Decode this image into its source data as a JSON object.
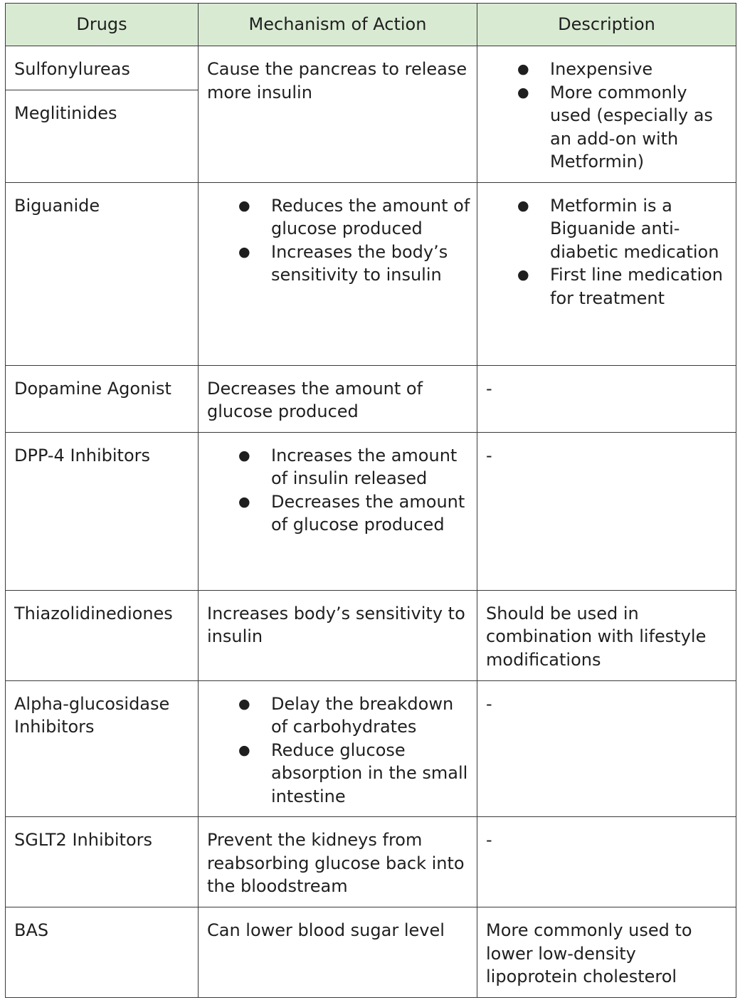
{
  "headers": [
    "Drugs",
    "Mechanism of Action",
    "Description"
  ],
  "rows": {
    "r0": {
      "drug_a": "Sulfonylureas",
      "drug_b": "Meglitinides",
      "mechanism": "Cause the pancreas to release more insulin",
      "description": [
        "Inexpensive",
        "More commonly used (especially as an add-on with Metformin)"
      ]
    },
    "r1": {
      "drug": "Biguanide",
      "mechanism": [
        "Reduces the amount of glucose produced",
        "Increases the body’s sensitivity to insulin"
      ],
      "description": [
        "Metformin is a Biguanide anti-diabetic medication",
        "First line medication for treatment"
      ]
    },
    "r2": {
      "drug": "Dopamine Agonist",
      "mechanism": "Decreases the amount of glucose produced",
      "description": "-"
    },
    "r3": {
      "drug": "DPP-4 Inhibitors",
      "mechanism": [
        "Increases the amount of insulin released",
        "Decreases the amount of glucose produced"
      ],
      "description": "-"
    },
    "r4": {
      "drug": "Thiazolidinediones",
      "mechanism": "Increases body’s sensitivity to insulin",
      "description": "Should be used in combination with lifestyle modifications"
    },
    "r5": {
      "drug": "Alpha-glucosidase Inhibitors",
      "mechanism": [
        "Delay the breakdown of carbohydrates",
        "Reduce glucose absorption in the small intestine"
      ],
      "description": "-"
    },
    "r6": {
      "drug": "SGLT2 Inhibitors",
      "mechanism": "Prevent the kidneys from reabsorbing glucose back into the bloodstream",
      "description": "-"
    },
    "r7": {
      "drug": "BAS",
      "mechanism": "Can lower blood sugar level",
      "description": "More commonly used to lower low-density lipoprotein cholesterol"
    }
  }
}
